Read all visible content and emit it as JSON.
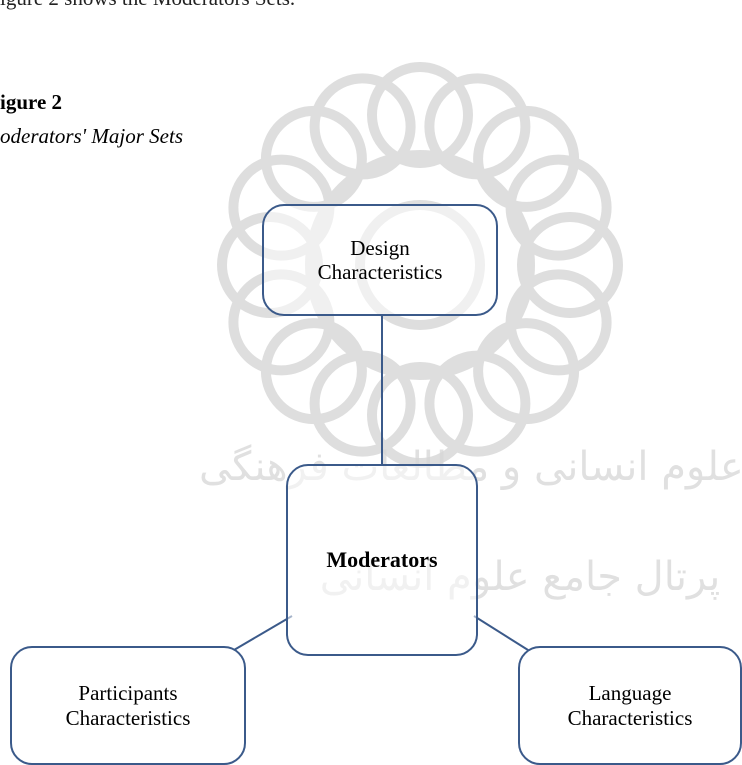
{
  "header": {
    "top_line": "igure 2 shows the Moderators Sets.",
    "figure_label": "igure 2",
    "figure_title": "oderators' Major Sets"
  },
  "diagram": {
    "nodes": {
      "design": {
        "line1": "Design",
        "line2": "Characteristics"
      },
      "moderators": {
        "label": "Moderators"
      },
      "participants": {
        "line1": "Participants",
        "line2": "Characteristics"
      },
      "language": {
        "line1": "Language",
        "line2": "Characteristics"
      }
    }
  },
  "watermark": {
    "line1": "پژوهشگاه علوم انسانی و مطالعات فرهنگی",
    "line2": "پرتال جامع علوم انسانی"
  },
  "colors": {
    "node_border": "#3b5a8a",
    "connector": "#3b5a8a",
    "watermark": "#d9d9d9"
  }
}
